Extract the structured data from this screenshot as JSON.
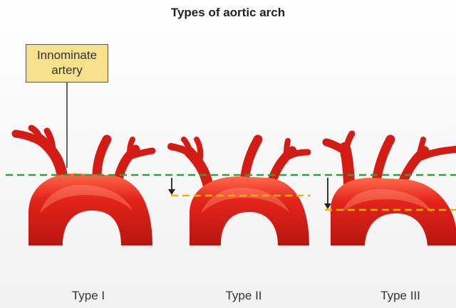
{
  "title": "Types of aortic arch",
  "callout": {
    "line1": "Innominate",
    "line2": "artery"
  },
  "types": [
    {
      "label": "Type I"
    },
    {
      "label": "Type II"
    },
    {
      "label": "Type III"
    }
  ],
  "colors": {
    "artery": "#e3241b",
    "artery_dark": "#b8160f",
    "artery_light": "#ff6a4d",
    "line_green": "#2aa33a",
    "line_yellow": "#f0b400",
    "arrow": "#222222",
    "callout_fill": "#f7e18d"
  }
}
